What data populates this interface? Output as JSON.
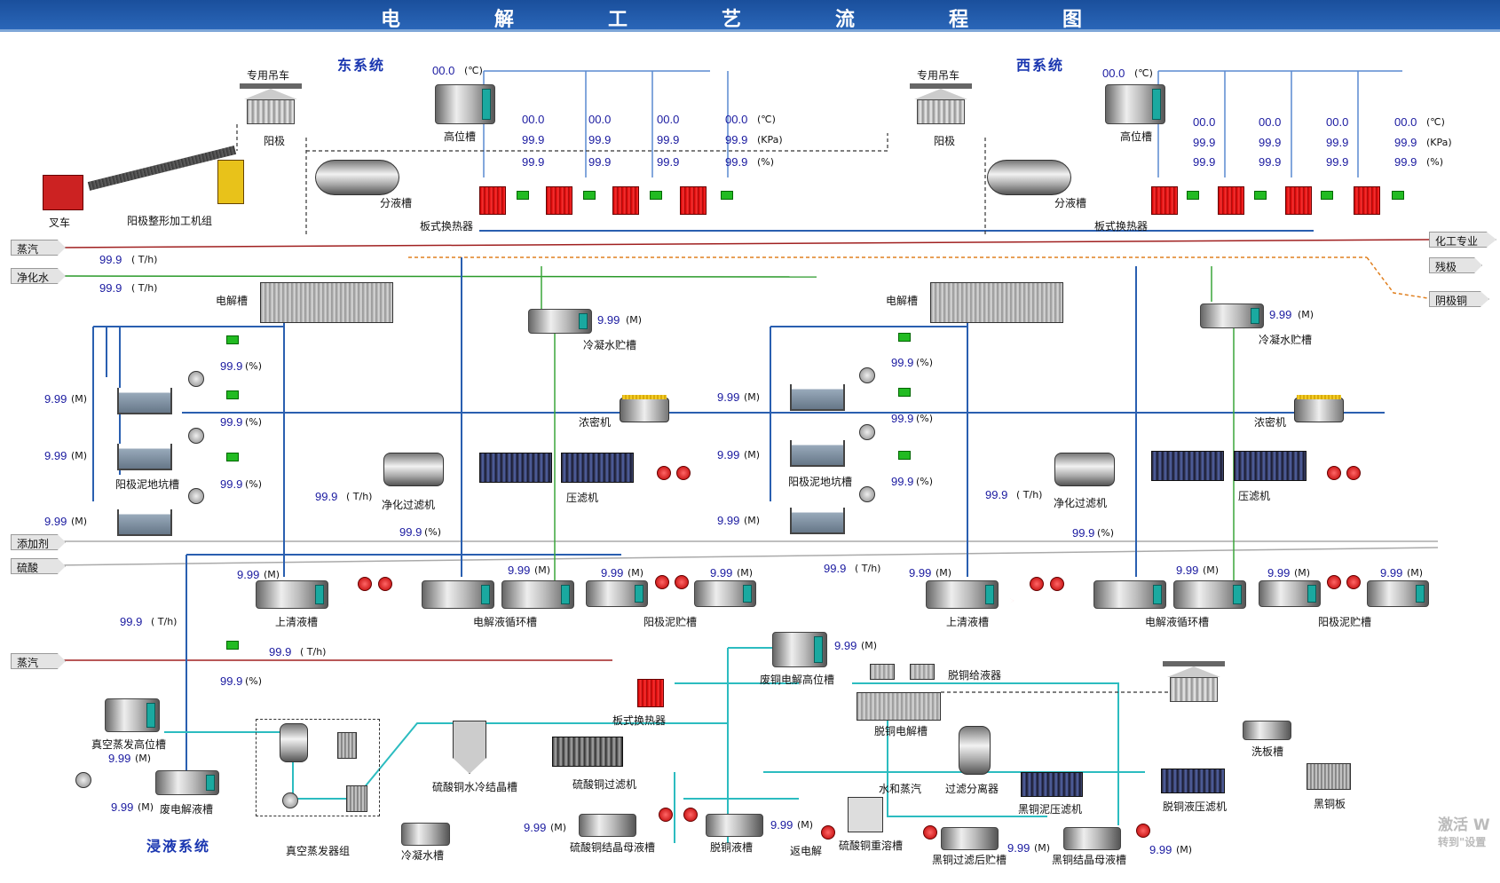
{
  "title": "电　解　工　艺　流　程　图",
  "east": {
    "name": "东系统",
    "crane": "专用吊车",
    "anode": "阳极",
    "high_tank": "高位槽",
    "forklift": "叉车",
    "shaping": "阳极整形加工机组",
    "distributor": "分液槽",
    "hx": "板式换热器",
    "cell": "电解槽",
    "condensate_tank": "冷凝水贮槽",
    "thickener": "浓密机",
    "slime_pit": "阳极泥地坑槽",
    "purify_filter": "净化过滤机",
    "press": "压滤机",
    "clear_tank": "上清液槽",
    "circ_tank": "电解液循环槽",
    "slime_tank": "阳极泥贮槽"
  },
  "west": {
    "name": "西系统",
    "crane": "专用吊车",
    "anode": "阳极",
    "high_tank": "高位槽",
    "distributor": "分液槽",
    "hx": "板式换热器",
    "cell": "电解槽",
    "condensate_tank": "冷凝水贮槽",
    "thickener": "浓密机",
    "slime_pit": "阳极泥地坑槽",
    "purify_filter": "净化过滤机",
    "press": "压滤机",
    "clear_tank": "上清液槽",
    "circ_tank": "电解液循环槽",
    "slime_tank": "阳极泥贮槽"
  },
  "leach": {
    "name": "浸液系统",
    "vac_high": "真空蒸发高位槽",
    "waste_tank": "废电解液槽",
    "vac_group": "真空蒸发器组",
    "cond_tank": "冷凝水槽",
    "hx": "板式换热器",
    "cryst": "硫酸铜水冷结晶槽",
    "cu_filter": "硫酸铜过滤机",
    "mother": "硫酸铜结晶母液槽",
    "decu_tank": "脱铜液槽",
    "reflux": "返电解",
    "recryst": "硫酸铜重溶槽",
    "water_steam": "水和蒸汽",
    "waste_high": "废铜电解高位槽",
    "decu_feed": "脱铜给液器",
    "decu_cell": "脱铜电解槽",
    "filter_sep": "过滤分离器",
    "black_press": "黑铜泥压滤机",
    "black_after": "黑铜过滤后贮槽",
    "black_mother": "黑铜结晶母液槽",
    "decu_press": "脱铜液压滤机",
    "wash": "洗板槽",
    "black_plate": "黑铜板"
  },
  "streams": {
    "steam": "蒸汽",
    "pure_water": "净化水",
    "additive": "添加剂",
    "acid": "硫酸",
    "steam2": "蒸汽",
    "chem": "化工专业",
    "scrap": "残极",
    "cathode": "阴极铜"
  },
  "vals": {
    "temp": "00.0",
    "pct": "99.9",
    "lvl": "9.99",
    "flow": "99.9"
  },
  "units": {
    "c": "(℃)",
    "kpa": "(KPa)",
    "pct": "(%)",
    "m": "(M)",
    "th": "( T/h)",
    "pctp": "(%)"
  },
  "watermark": {
    "l1": "激活 W",
    "l2": "转到\"设置"
  }
}
